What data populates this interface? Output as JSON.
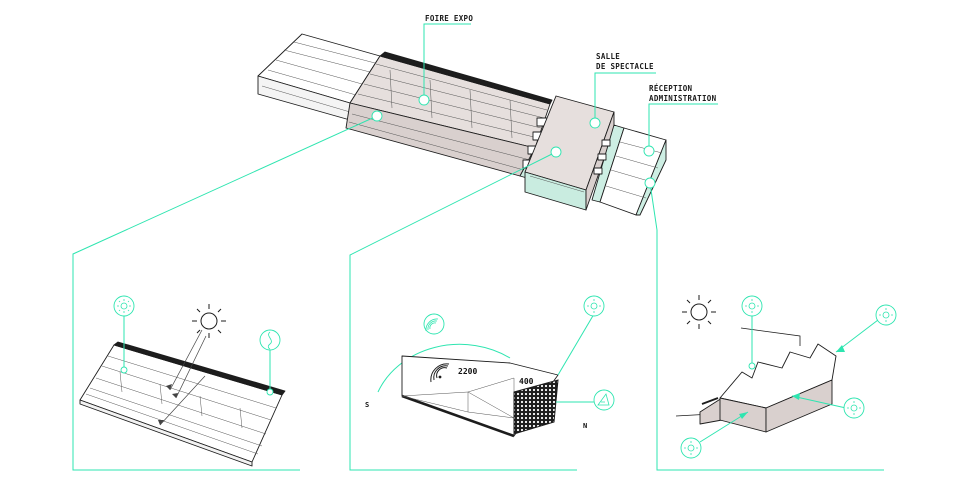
{
  "labels": {
    "foire_expo": "FOIRE EXPO",
    "salle_line1": "SALLE",
    "salle_line2": "DE SPECTACLE",
    "reception_line1": "RÉCEPTION",
    "reception_line2": "ADMINISTRATION"
  },
  "detail_salle": {
    "capacity_large": "2200",
    "capacity_small": "400",
    "south": "S",
    "north": "N"
  },
  "colors": {
    "accent": "#2ee5b0",
    "ink": "#1d1d1d",
    "building_fill": "#e6dfdd",
    "glass_fill": "#cdeee3"
  },
  "icons": [
    "sun-icon",
    "sun-ventilation-icon",
    "water-wave-icon",
    "wifi-acoustic-icon",
    "triangle-icon"
  ]
}
